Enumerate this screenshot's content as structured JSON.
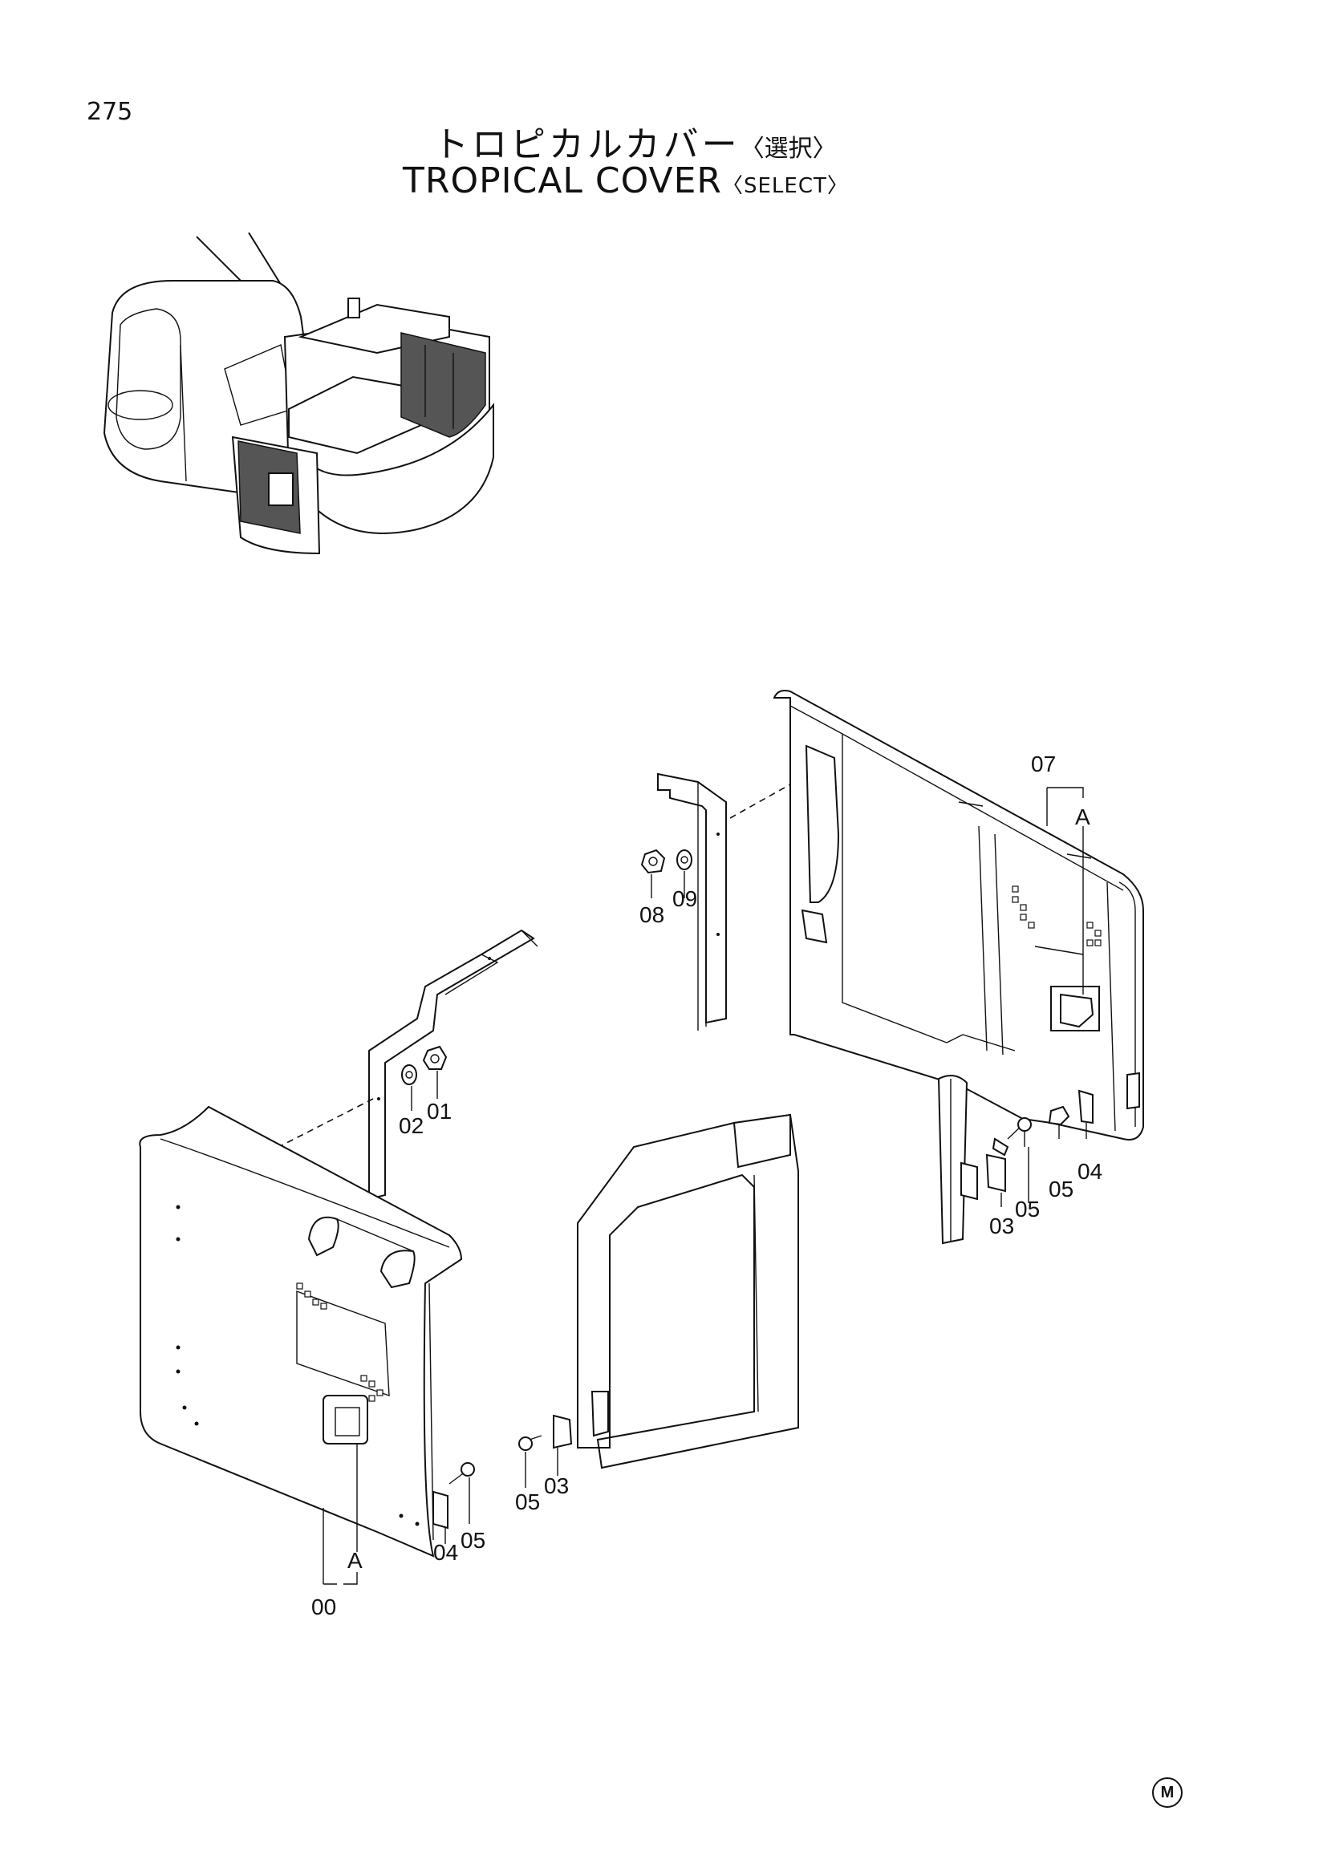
{
  "page_number": "275",
  "title": {
    "japanese": "トロピカルカバー",
    "japanese_suffix": "〈選択〉",
    "english": "TROPICAL  COVER",
    "english_suffix": "〈SELECT〉"
  },
  "part_labels": {
    "p00": "00",
    "p01": "01",
    "p02": "02",
    "p03a": "03",
    "p03b": "03",
    "p04a": "04",
    "p04b": "04",
    "p05a": "05",
    "p05b": "05",
    "p05c": "05",
    "p05d": "05",
    "p07": "07",
    "p08": "08",
    "p09": "09",
    "ref_a_left": "A",
    "ref_a_right": "A"
  },
  "corner_mark": "M"
}
